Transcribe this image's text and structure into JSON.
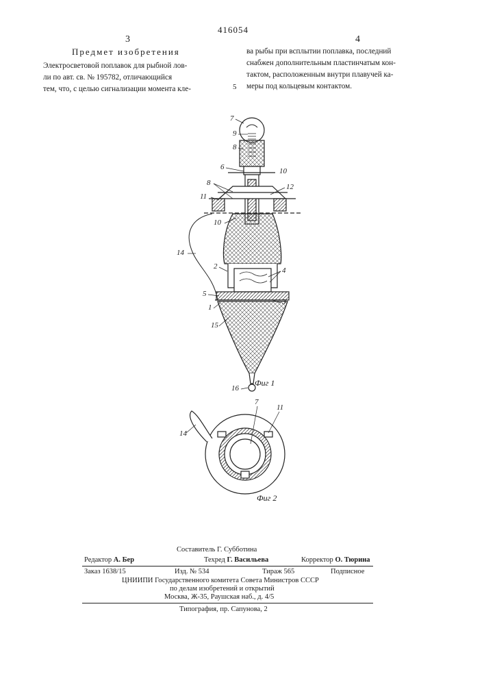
{
  "header": {
    "patent_number": "416054",
    "left_column_number": "3",
    "right_column_number": "4"
  },
  "claims": {
    "title": "Предмет изобретения",
    "left_lines": [
      "Электросветовой поплавок для рыбной лов-",
      "ли по авт. св. № 195782, отличающийся",
      "тем, что, с целью сигнализации момента кле-"
    ],
    "line_number": "5",
    "right_lines": [
      "ва рыбы при всплытии поплавка, последний",
      "снабжен дополнительным пластинчатым кон-",
      "тактом, расположенным внутри плавучей ка-",
      "меры под кольцевым контактом."
    ]
  },
  "figures": {
    "fig1_label": "Фиг 1",
    "fig2_label": "Фиг 2",
    "fig1_callouts": [
      "7",
      "9",
      "8",
      "6",
      "10",
      "8",
      "12",
      "11",
      "10",
      "14",
      "2",
      "4",
      "5",
      "3",
      "1",
      "15",
      "16"
    ],
    "fig2_callouts": [
      "7",
      "11",
      "14"
    ]
  },
  "footer": {
    "compiler": "Составитель Г. Субботина",
    "editor_label": "Редактор",
    "editor": "А. Бер",
    "techred_label": "Техред",
    "techred": "Г. Васильева",
    "corrector_label": "Корректор",
    "corrector": "О. Тюрина",
    "order": "Заказ 1638/15",
    "edition": "Изд. № 534",
    "print_run": "Тираж 565",
    "subscription": "Подписное",
    "org_line1": "ЦНИИПИ Государственного комитета Совета Министров СССР",
    "org_line2": "по делам изобретений и открытий",
    "org_line3": "Москва, Ж-35, Раушская наб., д. 4/5",
    "printing_house": "Типография, пр. Сапунова, 2"
  }
}
